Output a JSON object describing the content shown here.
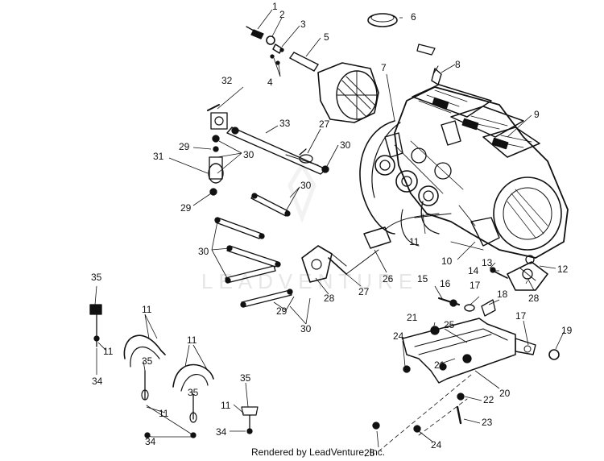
{
  "diagram": {
    "watermark": "LEADVENTURE",
    "caption": "Rendered by LeadVenture, Inc.",
    "callouts": [
      "1",
      "2",
      "3",
      "4",
      "5",
      "6",
      "7",
      "8",
      "9",
      "10",
      "11",
      "12",
      "13",
      "14",
      "15",
      "16",
      "17",
      "18",
      "19",
      "20",
      "21",
      "22",
      "23",
      "24",
      "25",
      "26",
      "27",
      "28",
      "29",
      "30",
      "31",
      "32",
      "33",
      "34",
      "35"
    ]
  }
}
